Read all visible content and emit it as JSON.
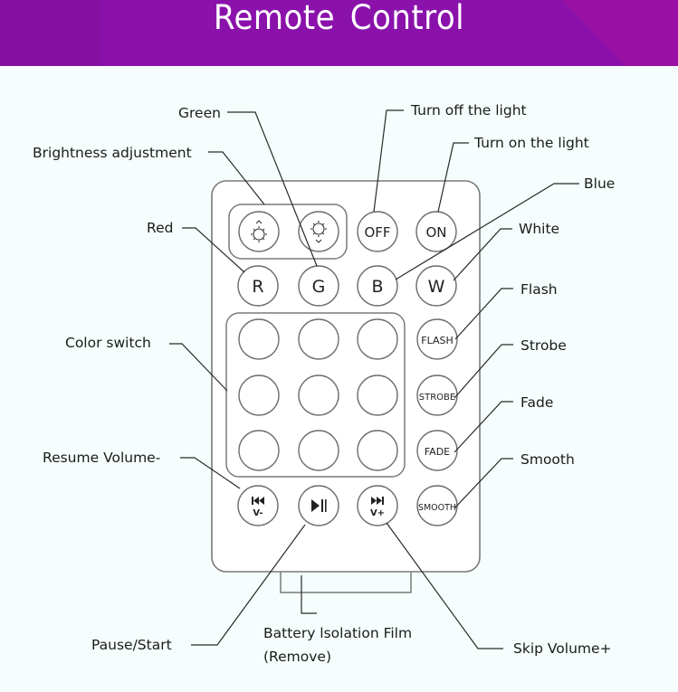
{
  "header": {
    "title": "Remote Control",
    "background_color": "#8a12ab",
    "accent_color": "#9a0fa4"
  },
  "remote": {
    "brightness_buttons": [
      {
        "icon": "brightness-up-icon"
      },
      {
        "icon": "brightness-down-icon"
      }
    ],
    "power_buttons": [
      "OFF",
      "ON"
    ],
    "color_buttons": [
      "R",
      "G",
      "B",
      "W"
    ],
    "mode_buttons": [
      "FLASH",
      "STROBE",
      "FADE",
      "SMOOTH"
    ],
    "color_grid_rows": 3,
    "color_grid_cols": 3,
    "media_buttons": [
      {
        "icon": "previous-track-icon",
        "label": "V-"
      },
      {
        "icon": "play-pause-icon",
        "label": ""
      },
      {
        "icon": "next-track-icon",
        "label": "V+"
      }
    ]
  },
  "callouts": {
    "green": "Green",
    "brightness": "Brightness adjustment",
    "red": "Red",
    "color_switch": "Color switch",
    "resume_volume": "Resume Volume-",
    "pause_start": "Pause/Start",
    "battery_line1": "Battery lsolation Film",
    "battery_line2": "(Remove)",
    "turn_off": "Turn off the light",
    "turn_on": "Turn on the light",
    "blue": "Blue",
    "white": "White",
    "flash": "Flash",
    "strobe": "Strobe",
    "fade": "Fade",
    "smooth": "Smooth",
    "skip_volume": "Skip Volume+"
  }
}
